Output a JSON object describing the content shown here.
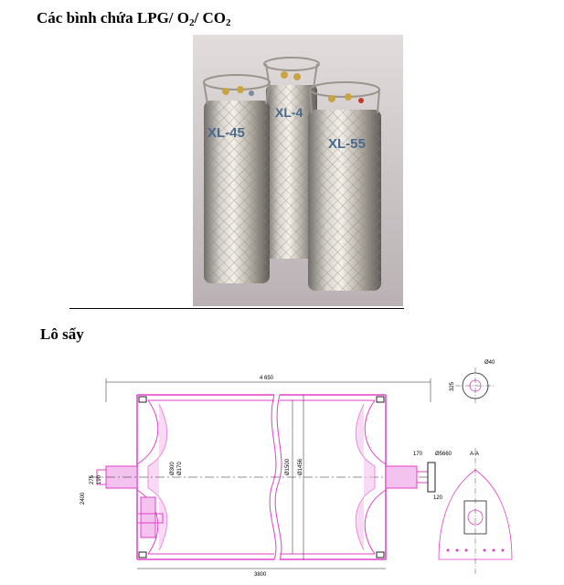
{
  "section1": {
    "title_main": "Các bình chứa LPG/ O",
    "title_sub1": "2",
    "title_mid": "/ CO",
    "title_sub2": "2"
  },
  "photo": {
    "cylinders": [
      {
        "label": "XL-45"
      },
      {
        "label": "XL-4"
      },
      {
        "label": "XL-55"
      }
    ]
  },
  "section2": {
    "title": "Lô sấy"
  },
  "drawing": {
    "dim_total_length": "4 650",
    "dim_inner_length": "3800",
    "dim_diameter_a": "Ø1500",
    "dim_diameter_b": "Ø1456",
    "dim_shaft_a": "Ø300",
    "dim_shaft_b": "Ø170",
    "dim_right_shaft": "170",
    "dim_right_label": "Ø5660",
    "dim_right_small": "120",
    "dim_left_a": "275",
    "dim_left_b": "190",
    "dim_left_c": "2400",
    "dim_top_right": "Ø40",
    "dim_top_right_b": "325",
    "section_mark": "A-A"
  },
  "colors": {
    "drawing_magenta": "#e040c8",
    "drawing_dark": "#202020",
    "photo_bg": "#cfc9cb"
  }
}
